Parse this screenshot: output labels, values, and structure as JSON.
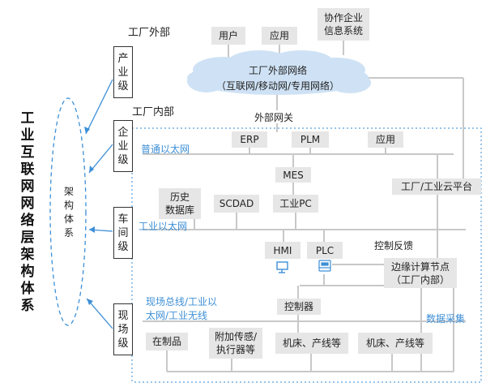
{
  "title": "工业互联网网络层架构体系",
  "ellipse_label": "架构体系",
  "levels": [
    {
      "id": "chanye",
      "label": "产业级"
    },
    {
      "id": "qiye",
      "label": "企业级"
    },
    {
      "id": "chejian",
      "label": "车间级"
    },
    {
      "id": "xianchang",
      "label": "现场级"
    }
  ],
  "zones": {
    "outside": "工厂外部",
    "inside": "工厂内部"
  },
  "top_boxes": [
    "用户",
    "应用",
    "协作企业\n信息系统"
  ],
  "cloud": {
    "line1": "工厂外部网络",
    "line2": "（互联网/移动网/专用网络）"
  },
  "gateway": "外部网关",
  "network_labels": {
    "ethernet": "普通以太网",
    "industrial_ethernet": "工业以太网",
    "field_bus": "现场总线/工业以\n太网/工业无线",
    "control_feedback": "控制反馈",
    "data_collection": "数据采集"
  },
  "enterprise_boxes": [
    "ERP",
    "PLM",
    "应用"
  ],
  "mes": "MES",
  "cloud_platform": "工厂/工业云平台",
  "workshop_boxes": [
    "历史\n数据库",
    "SCDAD",
    "工业PC"
  ],
  "hmi": "HMI",
  "plc": "PLC",
  "edge": "边缘计算节点\n（工厂内部）",
  "controller": "控制器",
  "field_boxes": [
    "在制品",
    "附加传感/\n执行器等",
    "机床、产线等",
    "机床、产线等"
  ],
  "colors": {
    "accent": "#3d8fd6",
    "box": "#e6e6e6",
    "line": "#c8c8c8"
  }
}
